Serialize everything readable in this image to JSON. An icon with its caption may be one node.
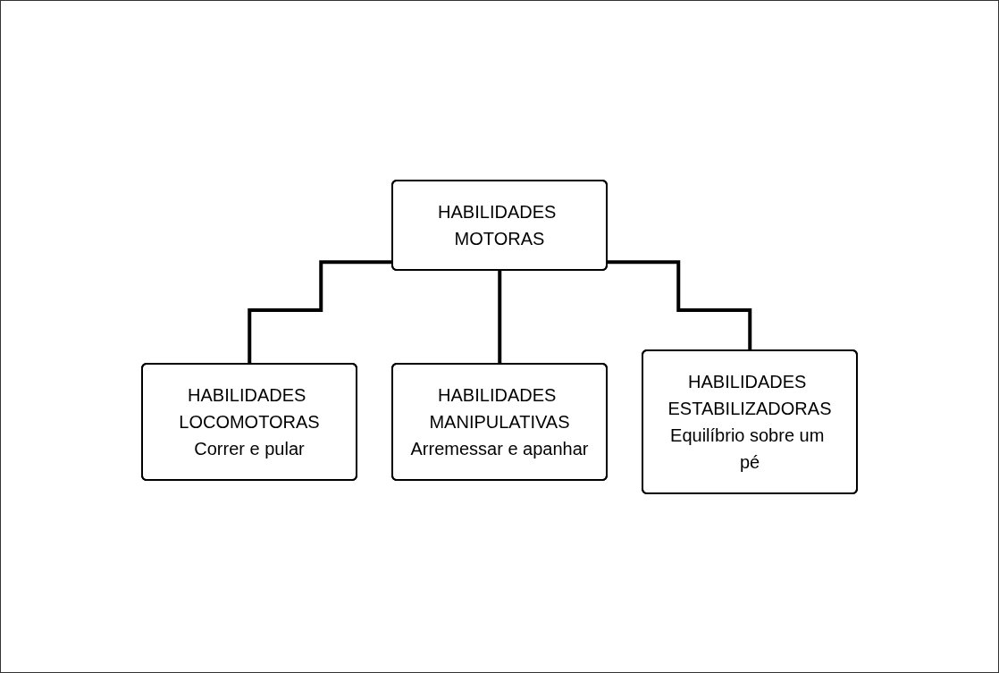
{
  "diagram": {
    "nodes": [
      {
        "text": [
          "HABILIDADES MOTORAS"
        ]
      },
      {
        "text": [
          "HABILIDADES LOCOMOTORAS",
          "Correr e pular"
        ]
      },
      {
        "text": [
          "HABILIDADES MANIPULATIVAS",
          "Arremessar e apanhar"
        ]
      },
      {
        "text": [
          "HABILIDADES ESTABILIZADORAS",
          "Equilíbrio sobre um pé"
        ]
      }
    ],
    "edges": [
      {
        "from": 0,
        "to": 1,
        "arrow": "none"
      },
      {
        "from": 0,
        "to": 2,
        "arrow": "none"
      },
      {
        "from": 0,
        "to": 3,
        "arrow": "none"
      }
    ]
  }
}
